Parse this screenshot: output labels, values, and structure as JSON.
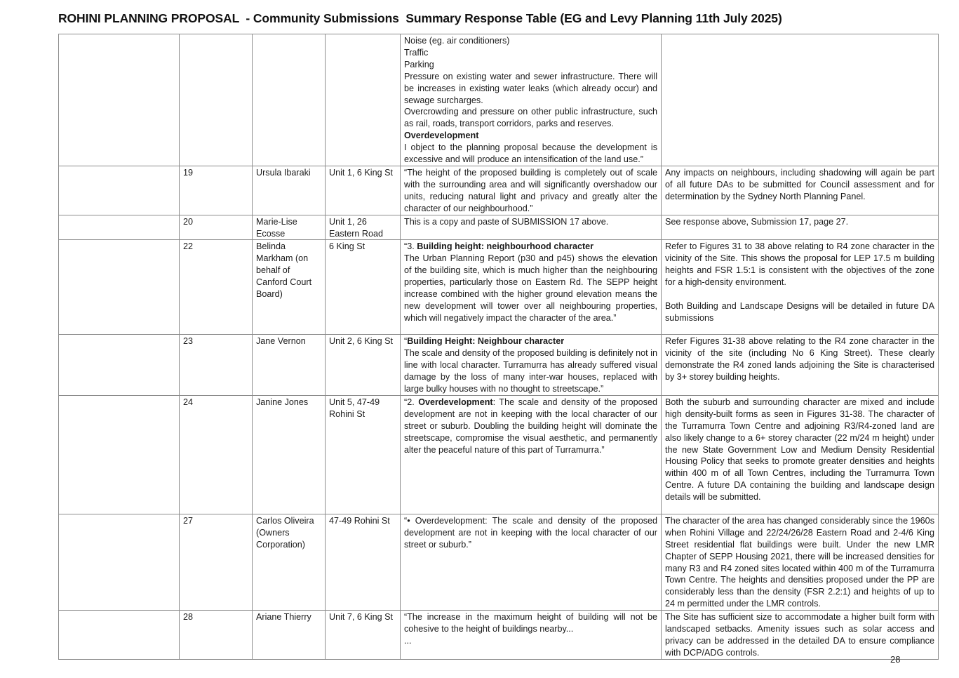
{
  "page_title": "ROHINI PLANNING PROPOSAL  - Community Submissions  Summary Response Table (EG and Levy Planning 11th July 2025)",
  "page_number": "28",
  "continuation_row": {
    "submission_lines": [
      "Noise (eg. air conditioners)",
      "Traffic",
      "Parking",
      "Pressure on existing water and sewer infrastructure. There will be increases in existing water leaks (which already occur) and sewage surcharges.",
      "Overcrowding and pressure on other public infrastructure, such as rail, roads, transport corridors, parks and reserves."
    ],
    "heading": "Overdevelopment",
    "closing": "I object to the planning proposal because the development is excessive and will produce an intensification of the land use.”"
  },
  "rows": [
    {
      "number": "19",
      "name": "Ursula Ibaraki",
      "address": "Unit 1, 6 King St",
      "submission_prefix": "",
      "submission_bold": "",
      "submission_text": "“The height of the proposed building is completely out of scale with the surrounding area and will significantly overshadow our units, reducing natural light and privacy and greatly alter the character of our neighbourhood.”",
      "response": "Any impacts on neighbours, including shadowing will again be part of all future DAs to be submitted for Council assessment and for determination by the Sydney North Planning Panel.",
      "response_2": ""
    },
    {
      "number": "20",
      "name": "Marie-Lise Ecosse",
      "address": "Unit 1, 26 Eastern Road",
      "submission_prefix": "",
      "submission_bold": "",
      "submission_text": "This is a copy and paste of SUBMISSION 17 above.",
      "response": "See response above, Submission 17, page 27.",
      "response_2": ""
    },
    {
      "number": "22",
      "name": "Belinda Markham (on behalf of Canford Court Board)",
      "address": "6 King St",
      "submission_prefix": "“3. ",
      "submission_bold": "Building height: neighbourhood character",
      "submission_text": "The Urban Planning Report (p30 and p45) shows the elevation of the building site, which is much higher than the neighbouring properties, particularly those on Eastern Rd. The SEPP height increase combined with the higher ground elevation means the new development will tower over all neighbouring properties, which will negatively impact the character of the area.”",
      "response": "Refer to Figures 31 to 38 above relating to R4 zone character in the vicinity of the Site. This shows the proposal for LEP 17.5 m building heights and FSR 1.5:1 is consistent with the objectives of the zone for a high-density environment.",
      "response_2": "Both Building and Landscape Designs will be detailed in future DA submissions"
    },
    {
      "number": "23",
      "name": "Jane Vernon",
      "address": "Unit 2, 6 King St",
      "submission_prefix": "“",
      "submission_bold": "Building Height: Neighbour character",
      "submission_text": "The scale and density of the proposed building is definitely not in line with local character. Turramurra has already suffered visual damage by the loss of many inter-war houses, replaced with large bulky houses with no thought to streetscape.”",
      "response": "Refer Figures 31-38 above relating to the R4 zone character in the vicinity of the site (including No 6 King Street). These clearly demonstrate the R4 zoned lands adjoining the Site is characterised by 3+ storey building heights.",
      "response_2": ""
    },
    {
      "number": "24",
      "name": "Janine Jones",
      "address": "Unit 5, 47-49 Rohini St",
      "submission_prefix": "“2. ",
      "submission_bold": "Overdevelopment",
      "submission_text": ": The scale and density of the proposed development are not in keeping with the local character of our street or suburb. Doubling the building height will dominate the streetscape, compromise the visual aesthetic, and permanently alter the peaceful nature of this part of Turramurra.”",
      "response": "Both the suburb and surrounding character are mixed and include high density-built forms as seen in Figures 31-38.  The character of the Turramurra Town Centre and adjoining R3/R4-zoned land are also likely change to a 6+ storey character (22 m/24 m height) under the new State Government Low and Medium Density Residential Housing Policy that seeks to promote greater densities and heights within 400 m of all Town Centres, including the Turramurra Town Centre. A future DA containing the building and landscape design details will be submitted.",
      "response_2": ""
    },
    {
      "number": "27",
      "name": "Carlos Oliveira (Owners Corporation)",
      "address": "47-49 Rohini St",
      "submission_prefix": "",
      "submission_bold": "",
      "submission_text": "“• Overdevelopment: The scale and density of the proposed development are not in keeping with the local character of our street or suburb.”",
      "response": "The character of the area has changed considerably since the 1960s when Rohini Village and 22/24/26/28 Eastern Road and 2-4/6 King Street residential flat buildings were built. Under the new LMR Chapter of SEPP Housing 2021, there will be increased densities for many R3 and R4 zoned sites located within 400 m of the Turramurra Town Centre. The heights and densities proposed under the PP are considerably less than the density (FSR 2.2:1) and heights of up to 24 m permitted under the LMR controls.",
      "response_2": ""
    },
    {
      "number": "28",
      "name": "Ariane Thierry",
      "address": "Unit 7, 6 King St",
      "submission_prefix": "",
      "submission_bold": "",
      "submission_text": "“The increase in the maximum height of building will not be cohesive to the height of buildings nearby...",
      "submission_tail": "...",
      "response": "The Site has sufficient size to accommodate a higher built form with landscaped setbacks.  Amenity issues such as solar access and privacy can be addressed in the detailed DA to ensure compliance with DCP/ADG controls.",
      "response_2": ""
    }
  ]
}
